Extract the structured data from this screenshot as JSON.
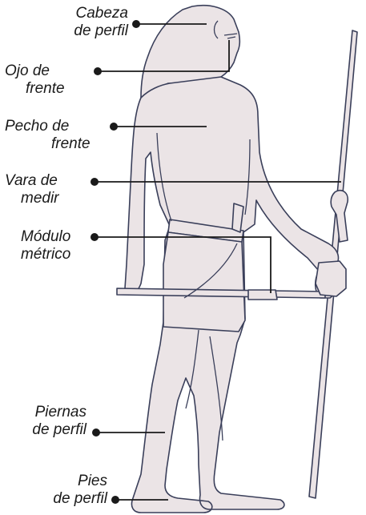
{
  "figure": {
    "colors": {
      "body_fill": "#ebe4e6",
      "outline": "#3a3f5a",
      "leader": "#1a1a1a"
    }
  },
  "labels": {
    "cabeza": {
      "l1": "Cabeza",
      "l2": "de perfil"
    },
    "ojo": {
      "l1": "Ojo de",
      "l2": "frente"
    },
    "pecho": {
      "l1": "Pecho de",
      "l2": "frente"
    },
    "vara": {
      "l1": "Vara de",
      "l2": "medir"
    },
    "modulo": {
      "l1": "Módulo",
      "l2": "métrico"
    },
    "piernas": {
      "l1": "Piernas",
      "l2": "de perfil"
    },
    "pies": {
      "l1": "Pies",
      "l2": "de perfil"
    }
  }
}
